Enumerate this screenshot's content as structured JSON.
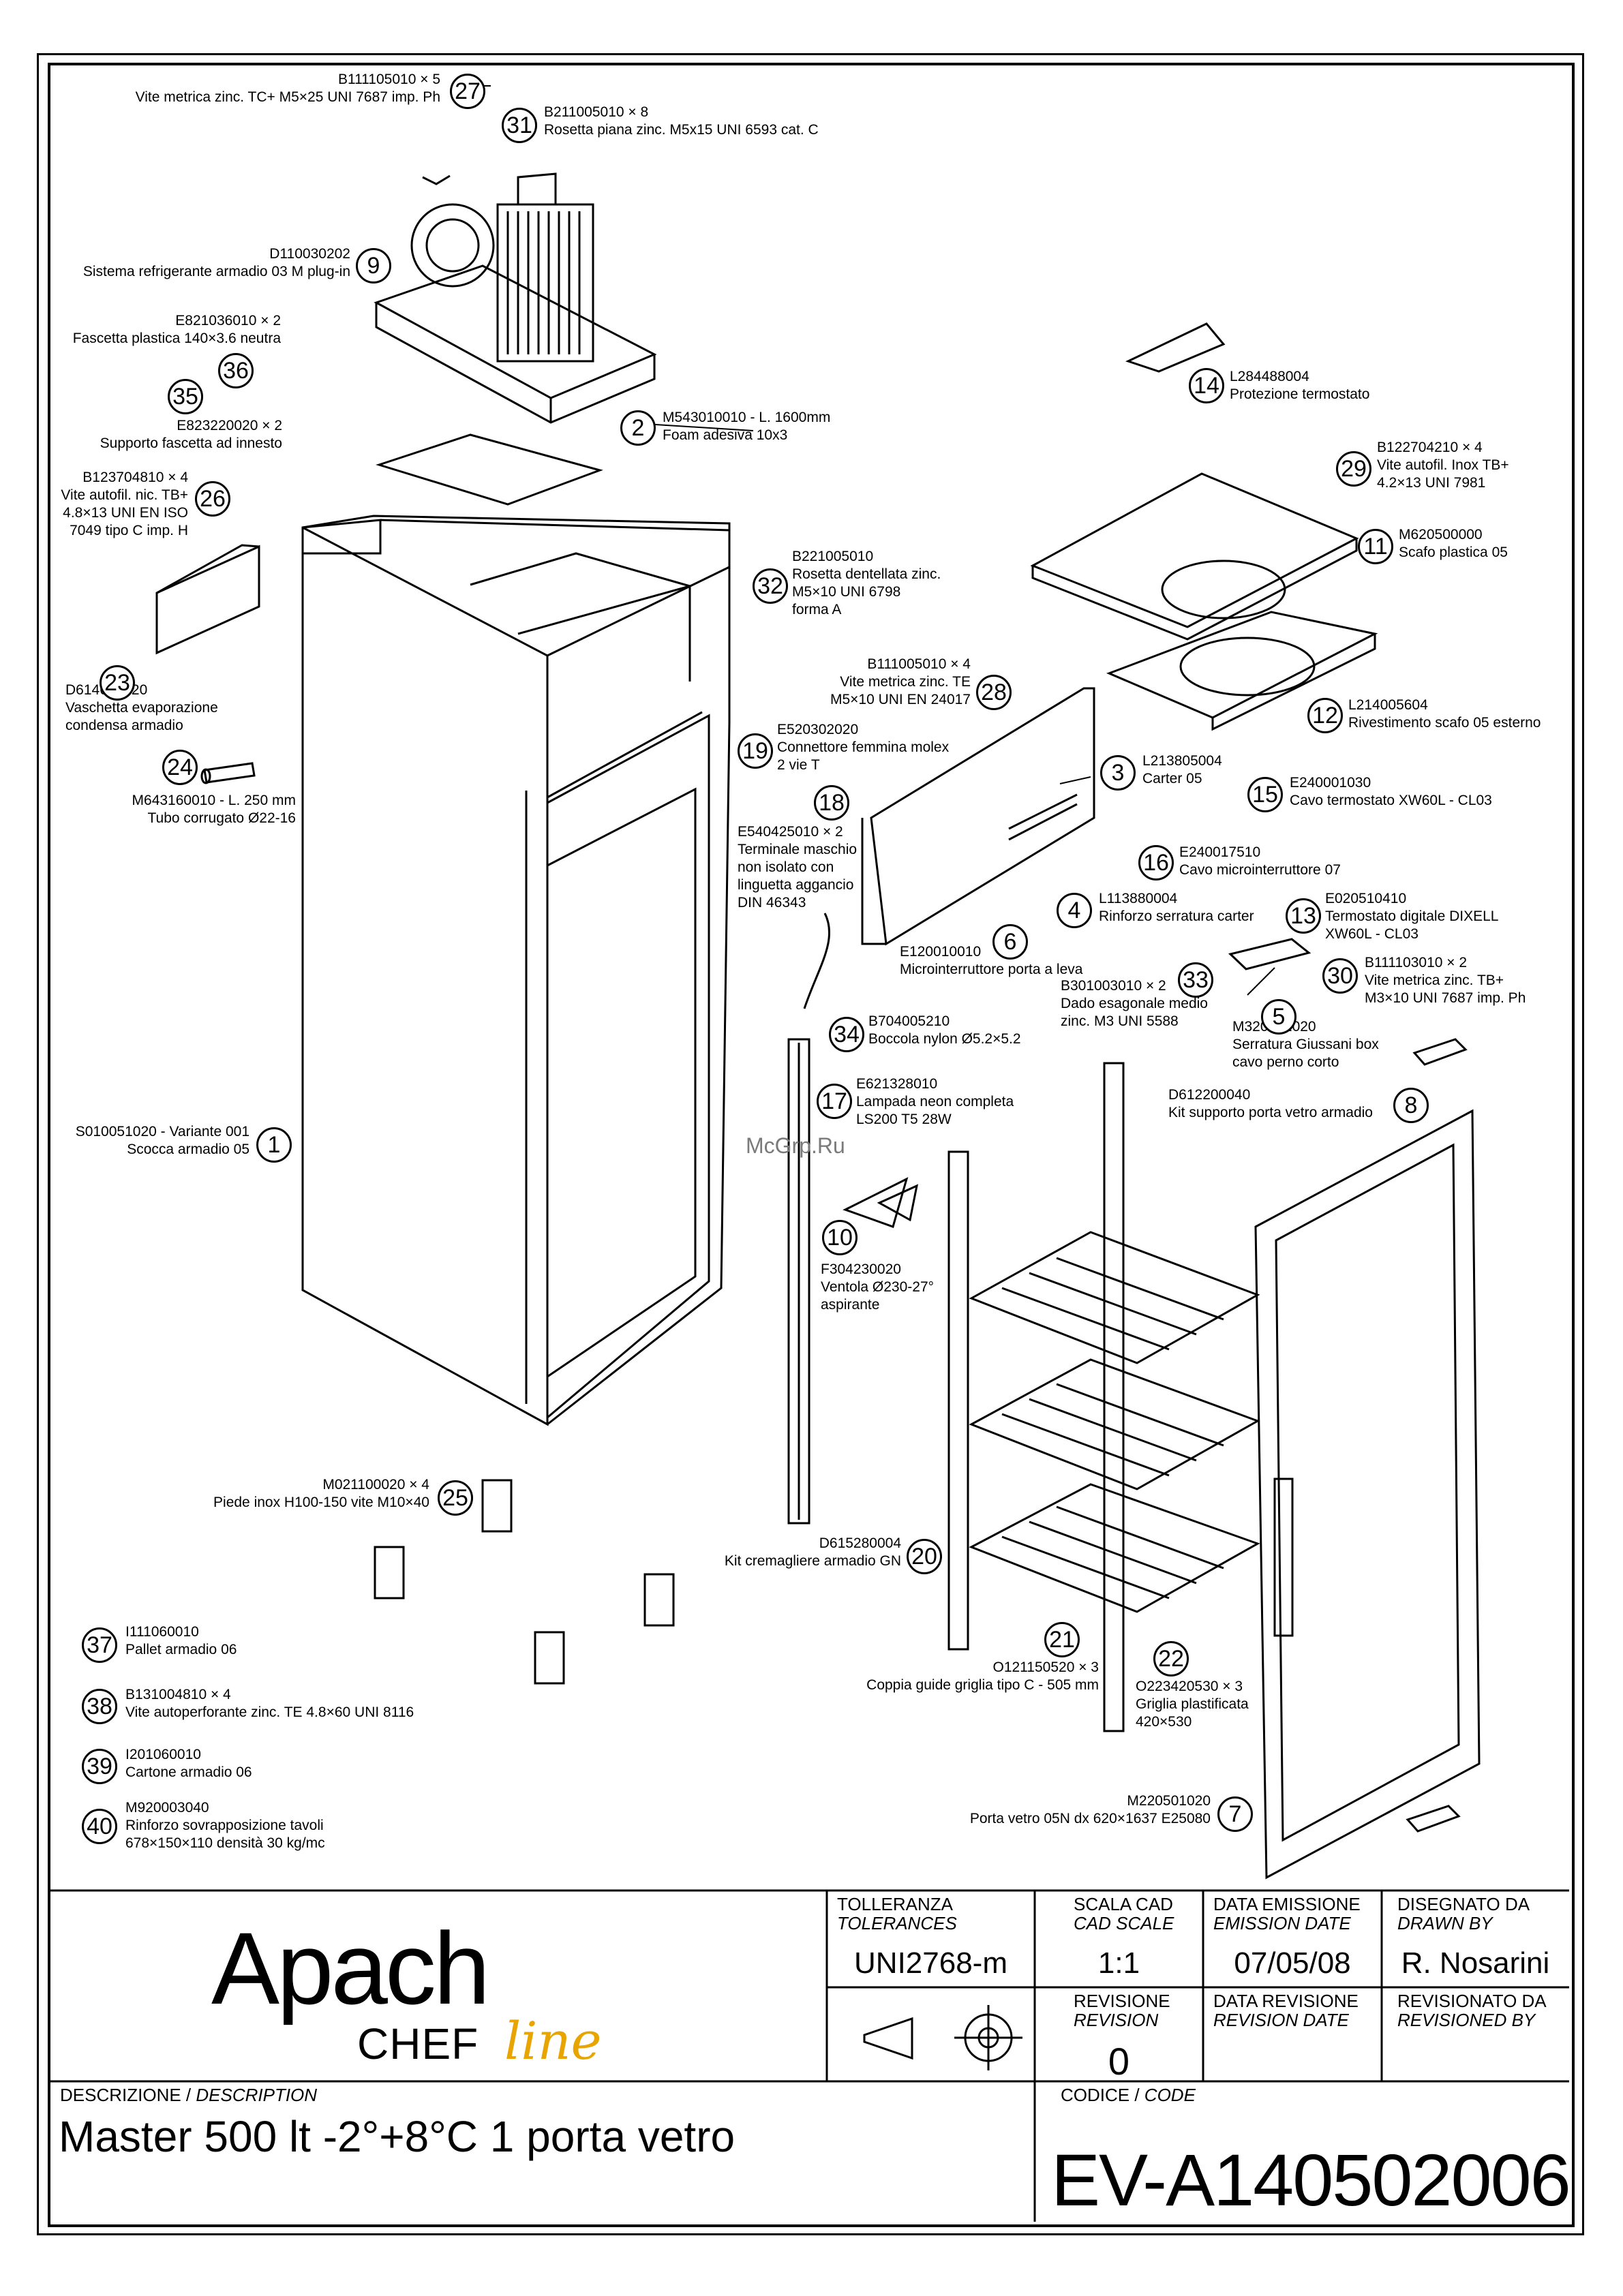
{
  "watermark": "McGrp.Ru",
  "callouts": [
    {
      "n": "27",
      "lines": [
        "B111105010 × 5",
        "Vite metrica zinc. TC+ M5×25 UNI 7687 imp. Ph"
      ]
    },
    {
      "n": "31",
      "lines": [
        "B211005010 × 8",
        "Rosetta piana zinc. M5x15 UNI 6593 cat. C"
      ]
    },
    {
      "n": "9",
      "lines": [
        "D110030202",
        "Sistema refrigerante armadio 03 M plug-in"
      ]
    },
    {
      "n": "36",
      "lines": [
        "E821036010 × 2",
        "Fascetta plastica 140×3.6 neutra"
      ]
    },
    {
      "n": "35",
      "lines": [
        "E823220020 × 2",
        "Supporto fascetta ad innesto"
      ]
    },
    {
      "n": "26",
      "lines": [
        "B123704810 × 4",
        "Vite autofil. nic. TB+",
        "4.8×13 UNI EN ISO",
        "7049 tipo C imp. H"
      ]
    },
    {
      "n": "2",
      "lines": [
        "M543010010 - L. 1600mm",
        "Foam adesiva 10x3"
      ]
    },
    {
      "n": "14",
      "lines": [
        "L284488004",
        "Protezione termostato"
      ]
    },
    {
      "n": "29",
      "lines": [
        "B122704210 × 4",
        "Vite autofil. Inox TB+",
        "4.2×13 UNI 7981"
      ]
    },
    {
      "n": "11",
      "lines": [
        "M620500000",
        "Scafo plastica 05"
      ]
    },
    {
      "n": "32",
      "lines": [
        "B221005010",
        "Rosetta dentellata zinc.",
        "M5×10 UNI 6798",
        "forma A"
      ]
    },
    {
      "n": "23",
      "lines": [
        "D614600020",
        "Vaschetta evaporazione",
        "condensa armadio"
      ]
    },
    {
      "n": "28",
      "lines": [
        "B111005010 × 4",
        "Vite metrica zinc. TE",
        "M5×10 UNI EN 24017"
      ]
    },
    {
      "n": "12",
      "lines": [
        "L214005604",
        "Rivestimento scafo 05 esterno"
      ]
    },
    {
      "n": "19",
      "lines": [
        "E520302020",
        "Connettore femmina molex",
        "2 vie T"
      ]
    },
    {
      "n": "3",
      "lines": [
        "L213805004",
        "Carter 05"
      ]
    },
    {
      "n": "15",
      "lines": [
        "E240001030",
        "Cavo termostato XW60L - CL03"
      ]
    },
    {
      "n": "24",
      "lines": [
        "M643160010 - L. 250 mm",
        "Tubo corrugato Ø22-16"
      ]
    },
    {
      "n": "18",
      "lines": [
        "E540425010 × 2",
        "Terminale maschio",
        "non isolato con",
        "linguetta aggancio",
        "DIN 46343"
      ]
    },
    {
      "n": "16",
      "lines": [
        "E240017510",
        "Cavo microinterruttore 07"
      ]
    },
    {
      "n": "4",
      "lines": [
        "L113880004",
        "Rinforzo serratura carter"
      ]
    },
    {
      "n": "13",
      "lines": [
        "E020510410",
        "Termostato digitale DIXELL",
        "XW60L - CL03"
      ]
    },
    {
      "n": "6",
      "lines": [
        "E120010010",
        "Microinterruttore porta a leva"
      ]
    },
    {
      "n": "33",
      "lines": [
        "B301003010 × 2",
        "Dado esagonale medio",
        "zinc. M3 UNI 5588"
      ]
    },
    {
      "n": "30",
      "lines": [
        "B111103010 × 2",
        "Vite metrica zinc. TB+",
        "M3×10 UNI 7687 imp. Ph"
      ]
    },
    {
      "n": "34",
      "lines": [
        "B704005210",
        "Boccola nylon Ø5.2×5.2"
      ]
    },
    {
      "n": "5",
      "lines": [
        "M320001020",
        "Serratura Giussani box",
        "cavo perno corto"
      ]
    },
    {
      "n": "17",
      "lines": [
        "E621328010",
        "Lampada neon completa",
        "LS200 T5 28W"
      ]
    },
    {
      "n": "8",
      "lines": [
        "D612200040",
        "Kit supporto porta vetro armadio"
      ]
    },
    {
      "n": "1",
      "lines": [
        "S010051020 - Variante 001",
        "Scocca armadio 05"
      ]
    },
    {
      "n": "10",
      "lines": [
        "F304230020",
        "Ventola Ø230-27°",
        "aspirante"
      ]
    },
    {
      "n": "25",
      "lines": [
        "M021100020 × 4",
        "Piede inox H100-150 vite M10×40"
      ]
    },
    {
      "n": "20",
      "lines": [
        "D615280004",
        "Kit cremagliere armadio GN"
      ]
    },
    {
      "n": "37",
      "lines": [
        "I111060010",
        "Pallet armadio 06"
      ]
    },
    {
      "n": "21",
      "lines": [
        "O121150520 × 3",
        "Coppia guide griglia tipo C - 505 mm"
      ]
    },
    {
      "n": "22",
      "lines": [
        "O223420530 × 3",
        "Griglia plastificata",
        "420×530"
      ]
    },
    {
      "n": "38",
      "lines": [
        "B131004810 × 4",
        "Vite autoperforante zinc. TE 4.8×60 UNI 8116"
      ]
    },
    {
      "n": "39",
      "lines": [
        "I201060010",
        "Cartone armadio 06"
      ]
    },
    {
      "n": "7",
      "lines": [
        "M220501020",
        "Porta vetro 05N dx 620×1637 E25080"
      ]
    },
    {
      "n": "40",
      "lines": [
        "M920003040",
        "Rinforzo sovrapposizione tavoli",
        "678×150×110 densità 30 kg/mc"
      ]
    }
  ],
  "title_block": {
    "logo_main": "Apach",
    "logo_sub": "CHEF",
    "logo_script": "line",
    "tolerance_caption": "TOLLERANZA",
    "tolerance_caption_en": "TOLERANCES",
    "tolerance_value": "UNI2768-m",
    "scale_caption": "SCALA CAD",
    "scale_caption_en": "CAD SCALE",
    "scale_value": "1:1",
    "emission_caption": "DATA EMISSIONE",
    "emission_caption_en": "EMISSION DATE",
    "emission_value": "07/05/08",
    "drawn_caption": "DISEGNATO DA",
    "drawn_caption_en": "DRAWN BY",
    "drawn_value": "R. Nosarini",
    "revision_caption": "REVISIONE",
    "revision_caption_en": "REVISION",
    "revision_value": "0",
    "revision_date_caption": "DATA REVISIONE",
    "revision_date_caption_en": "REVISION DATE",
    "revised_by_caption": "REVISIONATO DA",
    "revised_by_caption_en": "REVISIONED BY",
    "description_caption": "DESCRIZIONE",
    "description_caption_en": "DESCRIPTION",
    "description_value": "Master 500 lt -2°+8°C 1 porta vetro",
    "code_caption": "CODICE",
    "code_caption_en": "CODE",
    "code_value": "EV-A140502006"
  }
}
